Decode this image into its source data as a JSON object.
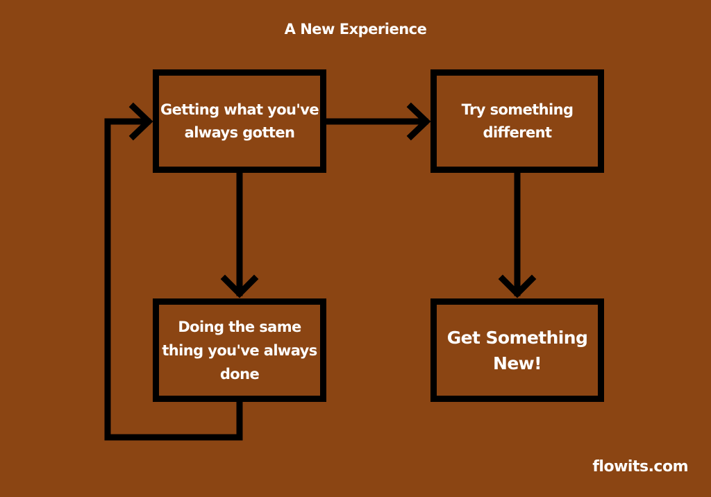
{
  "diagram": {
    "title": "A New Experience",
    "nodes": {
      "current": "Getting what you've always gotten",
      "same": "Doing the same thing you've always done",
      "try": "Try something different",
      "result": "Get Something New!"
    },
    "edges": [
      {
        "from": "current",
        "to": "try"
      },
      {
        "from": "current",
        "to": "same"
      },
      {
        "from": "same",
        "to": "current"
      },
      {
        "from": "try",
        "to": "result"
      }
    ]
  },
  "watermark": "flowits.com",
  "colors": {
    "background": "#8B4513",
    "border": "#000000",
    "text": "#FFFFFF"
  }
}
